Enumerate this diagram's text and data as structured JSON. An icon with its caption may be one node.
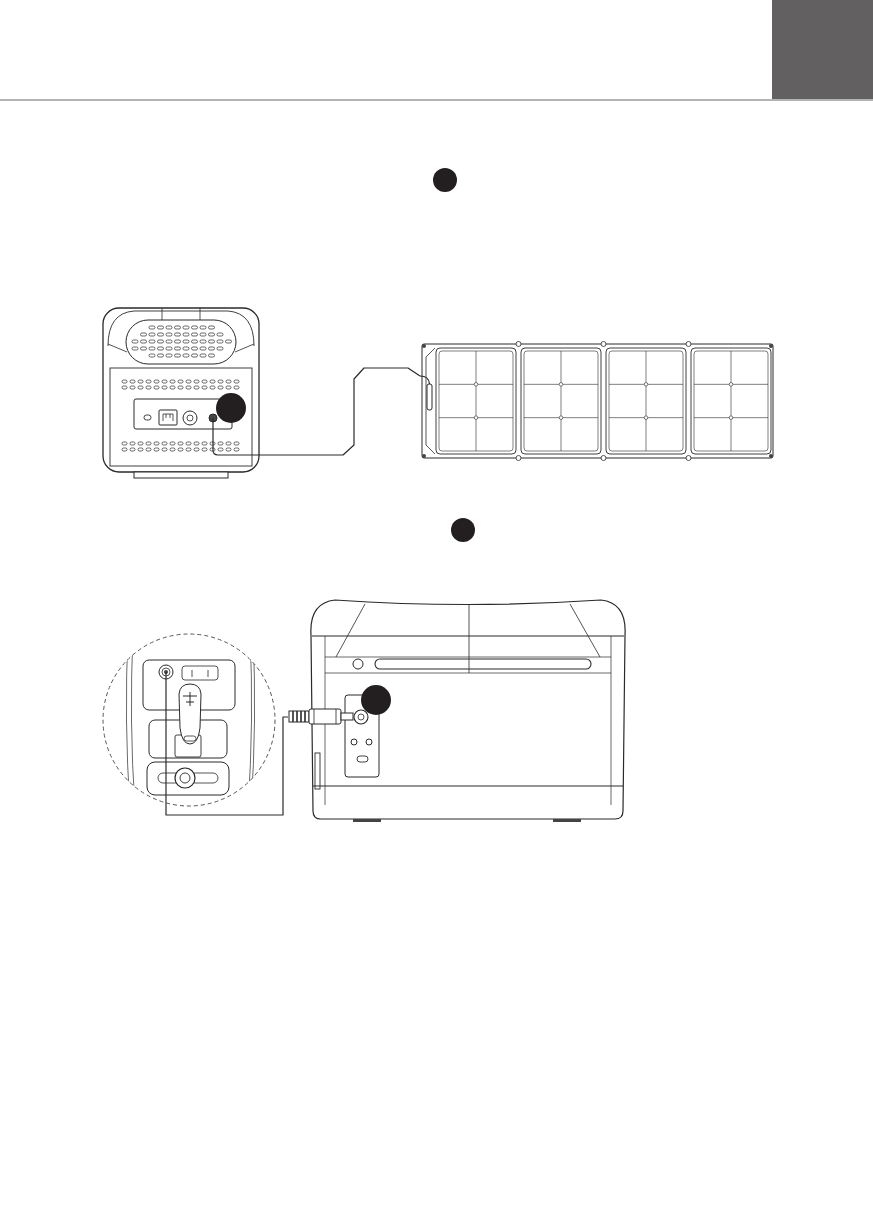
{
  "diagram": {
    "nodes": [
      {
        "text": [],
        "shape": "picture"
      },
      {
        "text": [],
        "shape": "picture"
      },
      {
        "text": [],
        "shape": "picture"
      },
      {
        "text": [],
        "shape": "picture"
      }
    ],
    "edges": [
      {
        "from": 0,
        "to": 1,
        "arrow": "none"
      },
      {
        "from": 2,
        "to": 3,
        "arrow": "none"
      }
    ]
  }
}
